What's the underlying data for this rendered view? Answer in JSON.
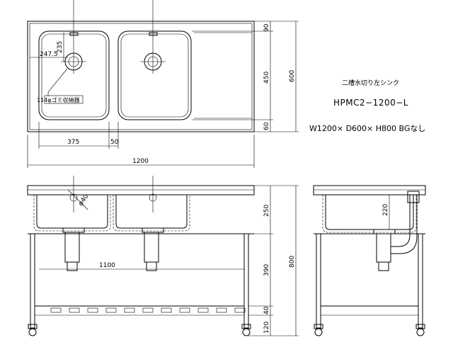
{
  "title_block": {
    "name": "二槽水切り左シンク",
    "model": "HPMC2−1200−L",
    "spec": "W1200× D600× H800 BGなし"
  },
  "top_view": {
    "dims": {
      "total_width": "1200",
      "drain_offset": "375",
      "gap": "50",
      "depth_total": "600",
      "back": "90",
      "bowl": "450",
      "front": "60",
      "drain_from_back": "235",
      "drain_from_side": "247.5"
    },
    "callout": "114φゴミ収納器"
  },
  "front_view": {
    "dims": {
      "diameter": "φ40",
      "inner_width": "1100",
      "bowl_depth": "250",
      "mid": "390",
      "bottom": "120",
      "total_height": "800",
      "shelf_gap": "40"
    }
  },
  "side_view": {
    "dims": {
      "bowl_depth": "220"
    }
  }
}
